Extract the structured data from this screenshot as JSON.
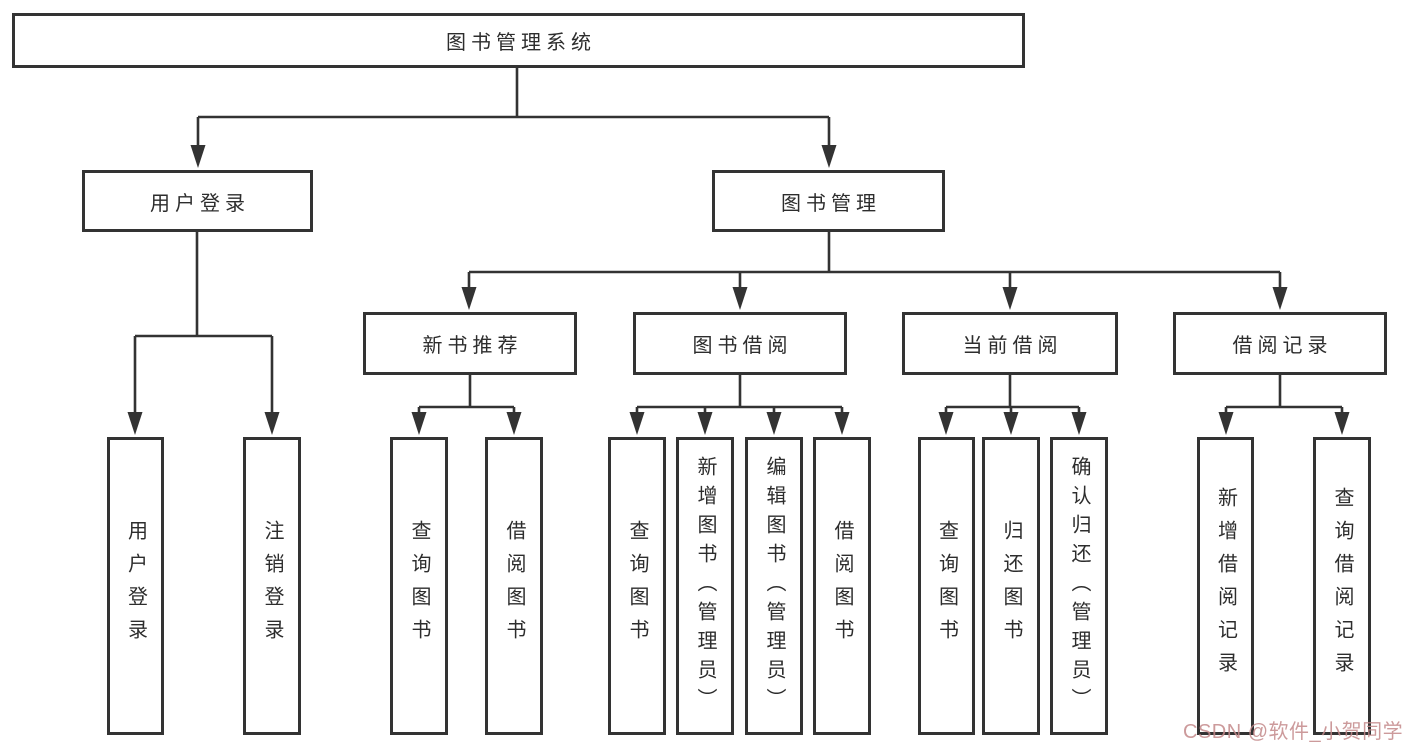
{
  "diagram": {
    "root": "图书管理系统",
    "branches": [
      {
        "label": "用户登录",
        "children": [
          "用户登录",
          "注销登录"
        ]
      },
      {
        "label": "图书管理",
        "children": [
          {
            "label": "新书推荐",
            "children": [
              "查询图书",
              "借阅图书"
            ]
          },
          {
            "label": "图书借阅",
            "children": [
              "查询图书",
              "新增图书（管理员）",
              "编辑图书（管理员）",
              "借阅图书"
            ]
          },
          {
            "label": "当前借阅",
            "children": [
              "查询图书",
              "归还图书",
              "确认归还（管理员）"
            ]
          },
          {
            "label": "借阅记录",
            "children": [
              "新增借阅记录",
              "查询借阅记录"
            ]
          }
        ]
      }
    ]
  },
  "watermark": {
    "text": "CSDN @软件_小贺同学",
    "color": "#c4898a"
  },
  "colors": {
    "line": "#333333",
    "box_border": "#333333",
    "text": "#2d2d2d",
    "background": "#ffffff"
  }
}
